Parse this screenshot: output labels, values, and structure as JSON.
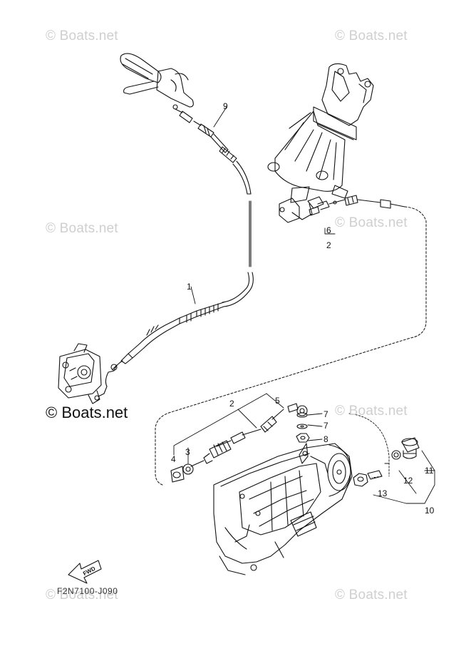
{
  "watermarks": [
    {
      "text": "© Boats.net"
    },
    {
      "text": "© Boats.net"
    },
    {
      "text": "© Boats.net"
    },
    {
      "text": "© Boats.net"
    },
    {
      "text": "© Boats.net"
    },
    {
      "text": "© Boats.net"
    },
    {
      "text": "© Boats.net"
    }
  ],
  "watermark_prominent": "© Boats.net",
  "callouts": {
    "c9": "9",
    "c6": "6",
    "c2_top": "2",
    "c1": "1",
    "c5": "5",
    "c2_mid": "2",
    "c7a": "7",
    "c7b": "7",
    "c8": "8",
    "c4": "4",
    "c3": "3",
    "c11": "11",
    "c12": "12",
    "c13": "13",
    "c10": "10"
  },
  "fwd_label": "FWD",
  "diagram_code": "F2N7100-J090"
}
